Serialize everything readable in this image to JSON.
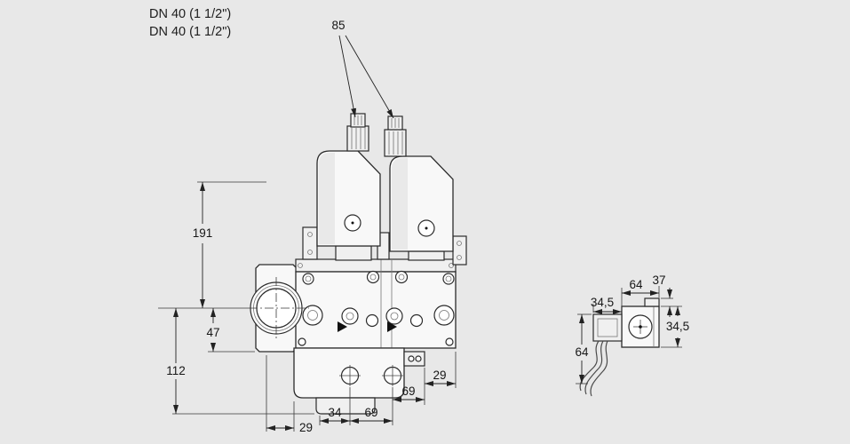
{
  "page": {
    "background": "#e8e8e8"
  },
  "header": {
    "line1": "DN 40 (1 1/2\")",
    "line2": "DN 40 (1 1/2\")"
  },
  "front_view": {
    "dims": {
      "cap_spacing": "85",
      "center_to_top": "191",
      "center_to_flange_bottom": "47",
      "center_to_bottom": "112",
      "flange_offset": "29",
      "port_offset": "34",
      "port_spacing_left": "69",
      "port_spacing_right": "69",
      "edge_offset": "29"
    }
  },
  "side_view": {
    "dims": {
      "plug_width": "34,5",
      "body_width": "64",
      "tab_height": "37",
      "body_height": "34,5",
      "total_height": "64"
    }
  }
}
